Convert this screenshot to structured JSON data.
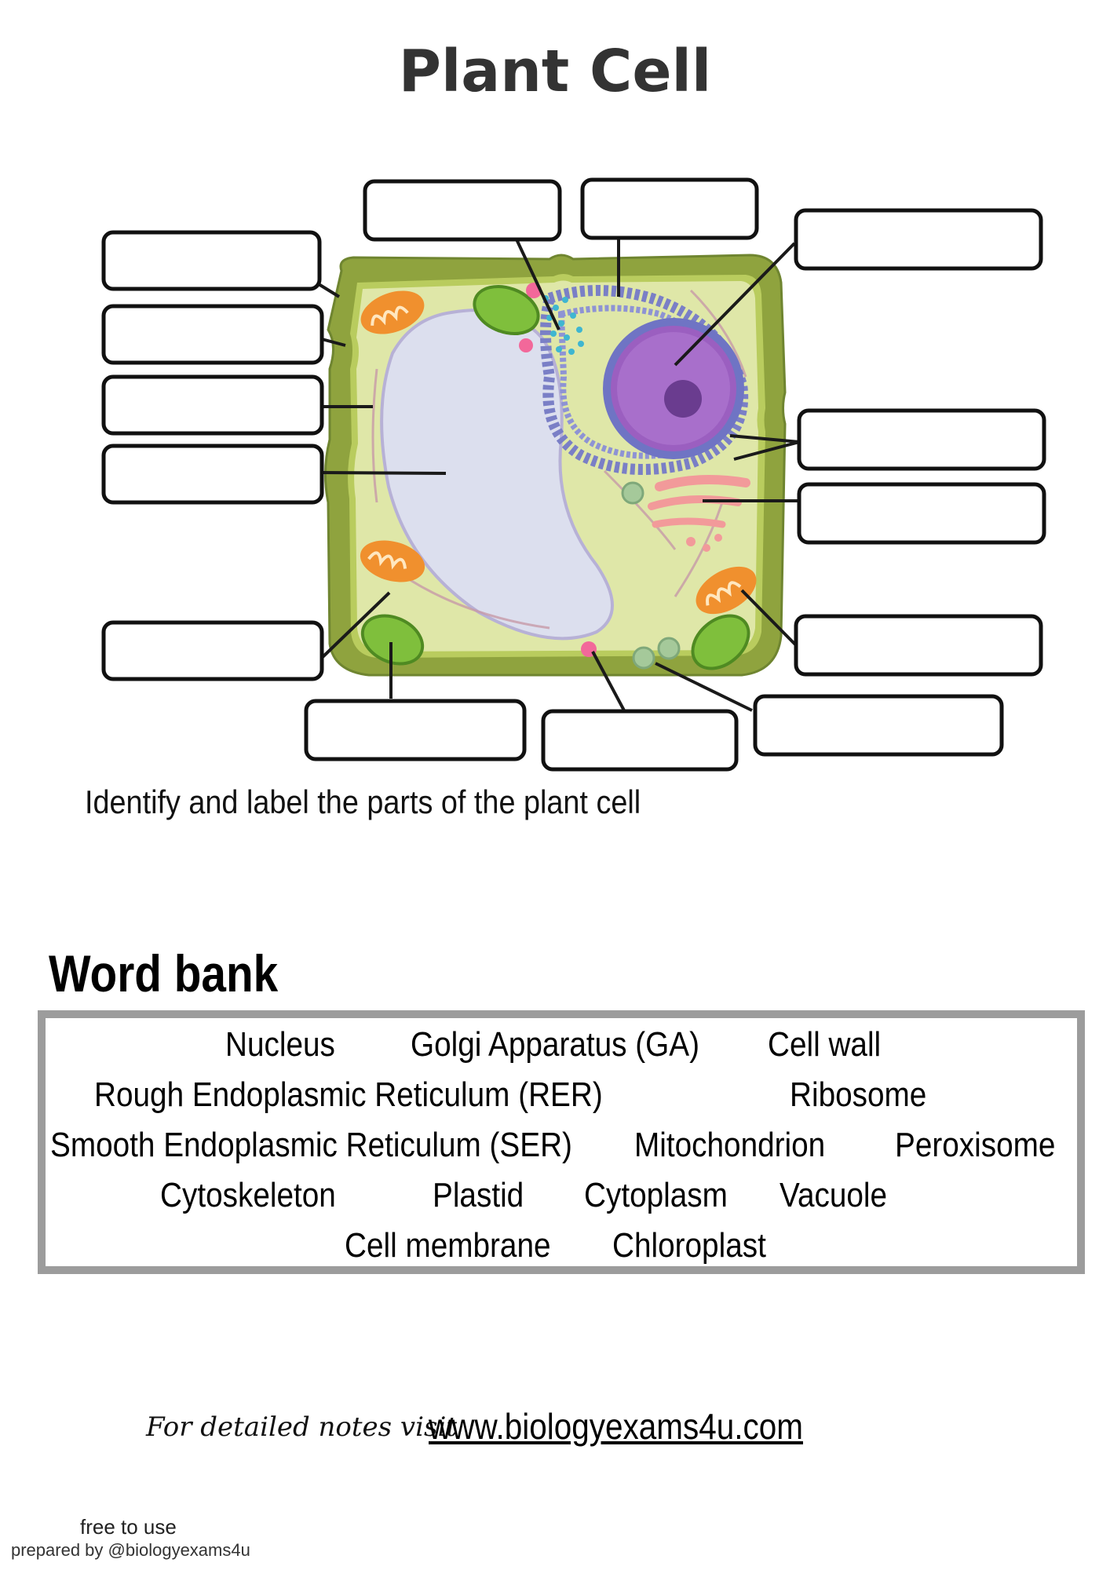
{
  "title": "Plant Cell",
  "instruction": "Identify and label the parts of the plant cell",
  "word_bank": {
    "heading": "Word bank",
    "rows": [
      [
        "Nucleus",
        "Golgi Apparatus (GA)",
        "Cell wall"
      ],
      [
        "Rough Endoplasmic Reticulum (RER)",
        "Ribosome"
      ],
      [
        "Smooth Endoplasmic Reticulum (SER)",
        "Mitochondrion",
        "Peroxisome"
      ],
      [
        "Cytoskeleton",
        "Plastid",
        "Cytoplasm",
        "Vacuole"
      ],
      [
        "Cell membrane",
        "Chloroplast"
      ]
    ]
  },
  "footer": {
    "notes_lead": "For detailed notes visit",
    "notes_link": "www.biologyexams4u.com",
    "free_note": "free to use",
    "prepared_by": "prepared by @biologyexams4u"
  },
  "colors": {
    "cell_wall": "#8fa33e",
    "cytoplasm": "#dfe7a8",
    "vacuole": "#dcdfee",
    "nucleus": "#9b5fc0",
    "er": "#7a7fc6",
    "golgi": "#f29a9a",
    "mitochondrion": "#f0902e",
    "chloroplast": "#7fbf3c",
    "ribosome": "#3fb6d0",
    "word_bank_border": "#9c9c9c"
  },
  "label_boxes_count": 14
}
